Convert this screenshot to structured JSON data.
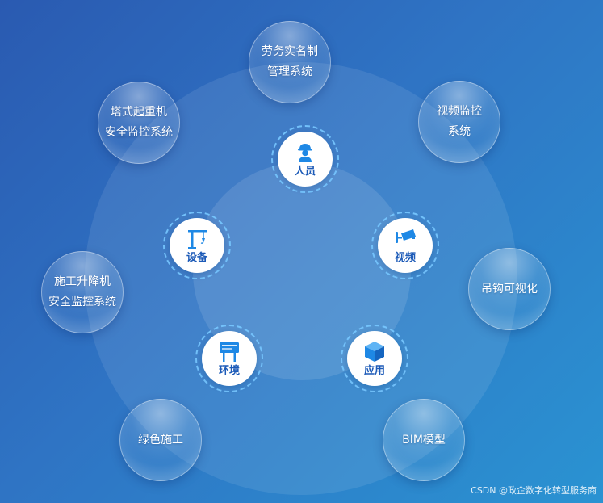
{
  "outer_systems": [
    {
      "id": "labor",
      "lines": [
        "劳务实名制",
        "管理系统"
      ]
    },
    {
      "id": "video-monitor",
      "lines": [
        "视频监控",
        "系统"
      ]
    },
    {
      "id": "hoist",
      "lines": [
        "吊钩可视化",
        ""
      ]
    },
    {
      "id": "bim",
      "lines": [
        "BIM模型",
        ""
      ]
    },
    {
      "id": "green",
      "lines": [
        "绿色施工",
        ""
      ]
    },
    {
      "id": "elevator",
      "lines": [
        "施工升降机",
        "安全监控系统"
      ]
    },
    {
      "id": "tower-crane",
      "lines": [
        "塔式起重机",
        "安全监控系统"
      ]
    }
  ],
  "inner_nodes": [
    {
      "id": "personnel",
      "label": "人员",
      "icon": "worker-icon"
    },
    {
      "id": "video",
      "label": "视频",
      "icon": "camera-icon"
    },
    {
      "id": "application",
      "label": "应用",
      "icon": "cube-icon"
    },
    {
      "id": "environment",
      "label": "环境",
      "icon": "pm-sign-icon"
    },
    {
      "id": "equipment",
      "label": "设备",
      "icon": "crane-icon"
    }
  ],
  "watermark": "CSDN @政企数字化转型服务商",
  "colors": {
    "background_start": "#2a5ab1",
    "background_end": "#2a93d2",
    "node_label": "#1d5bb8",
    "icon_fill": "#1e88e5",
    "dashed_ring": "#78c8ff"
  }
}
